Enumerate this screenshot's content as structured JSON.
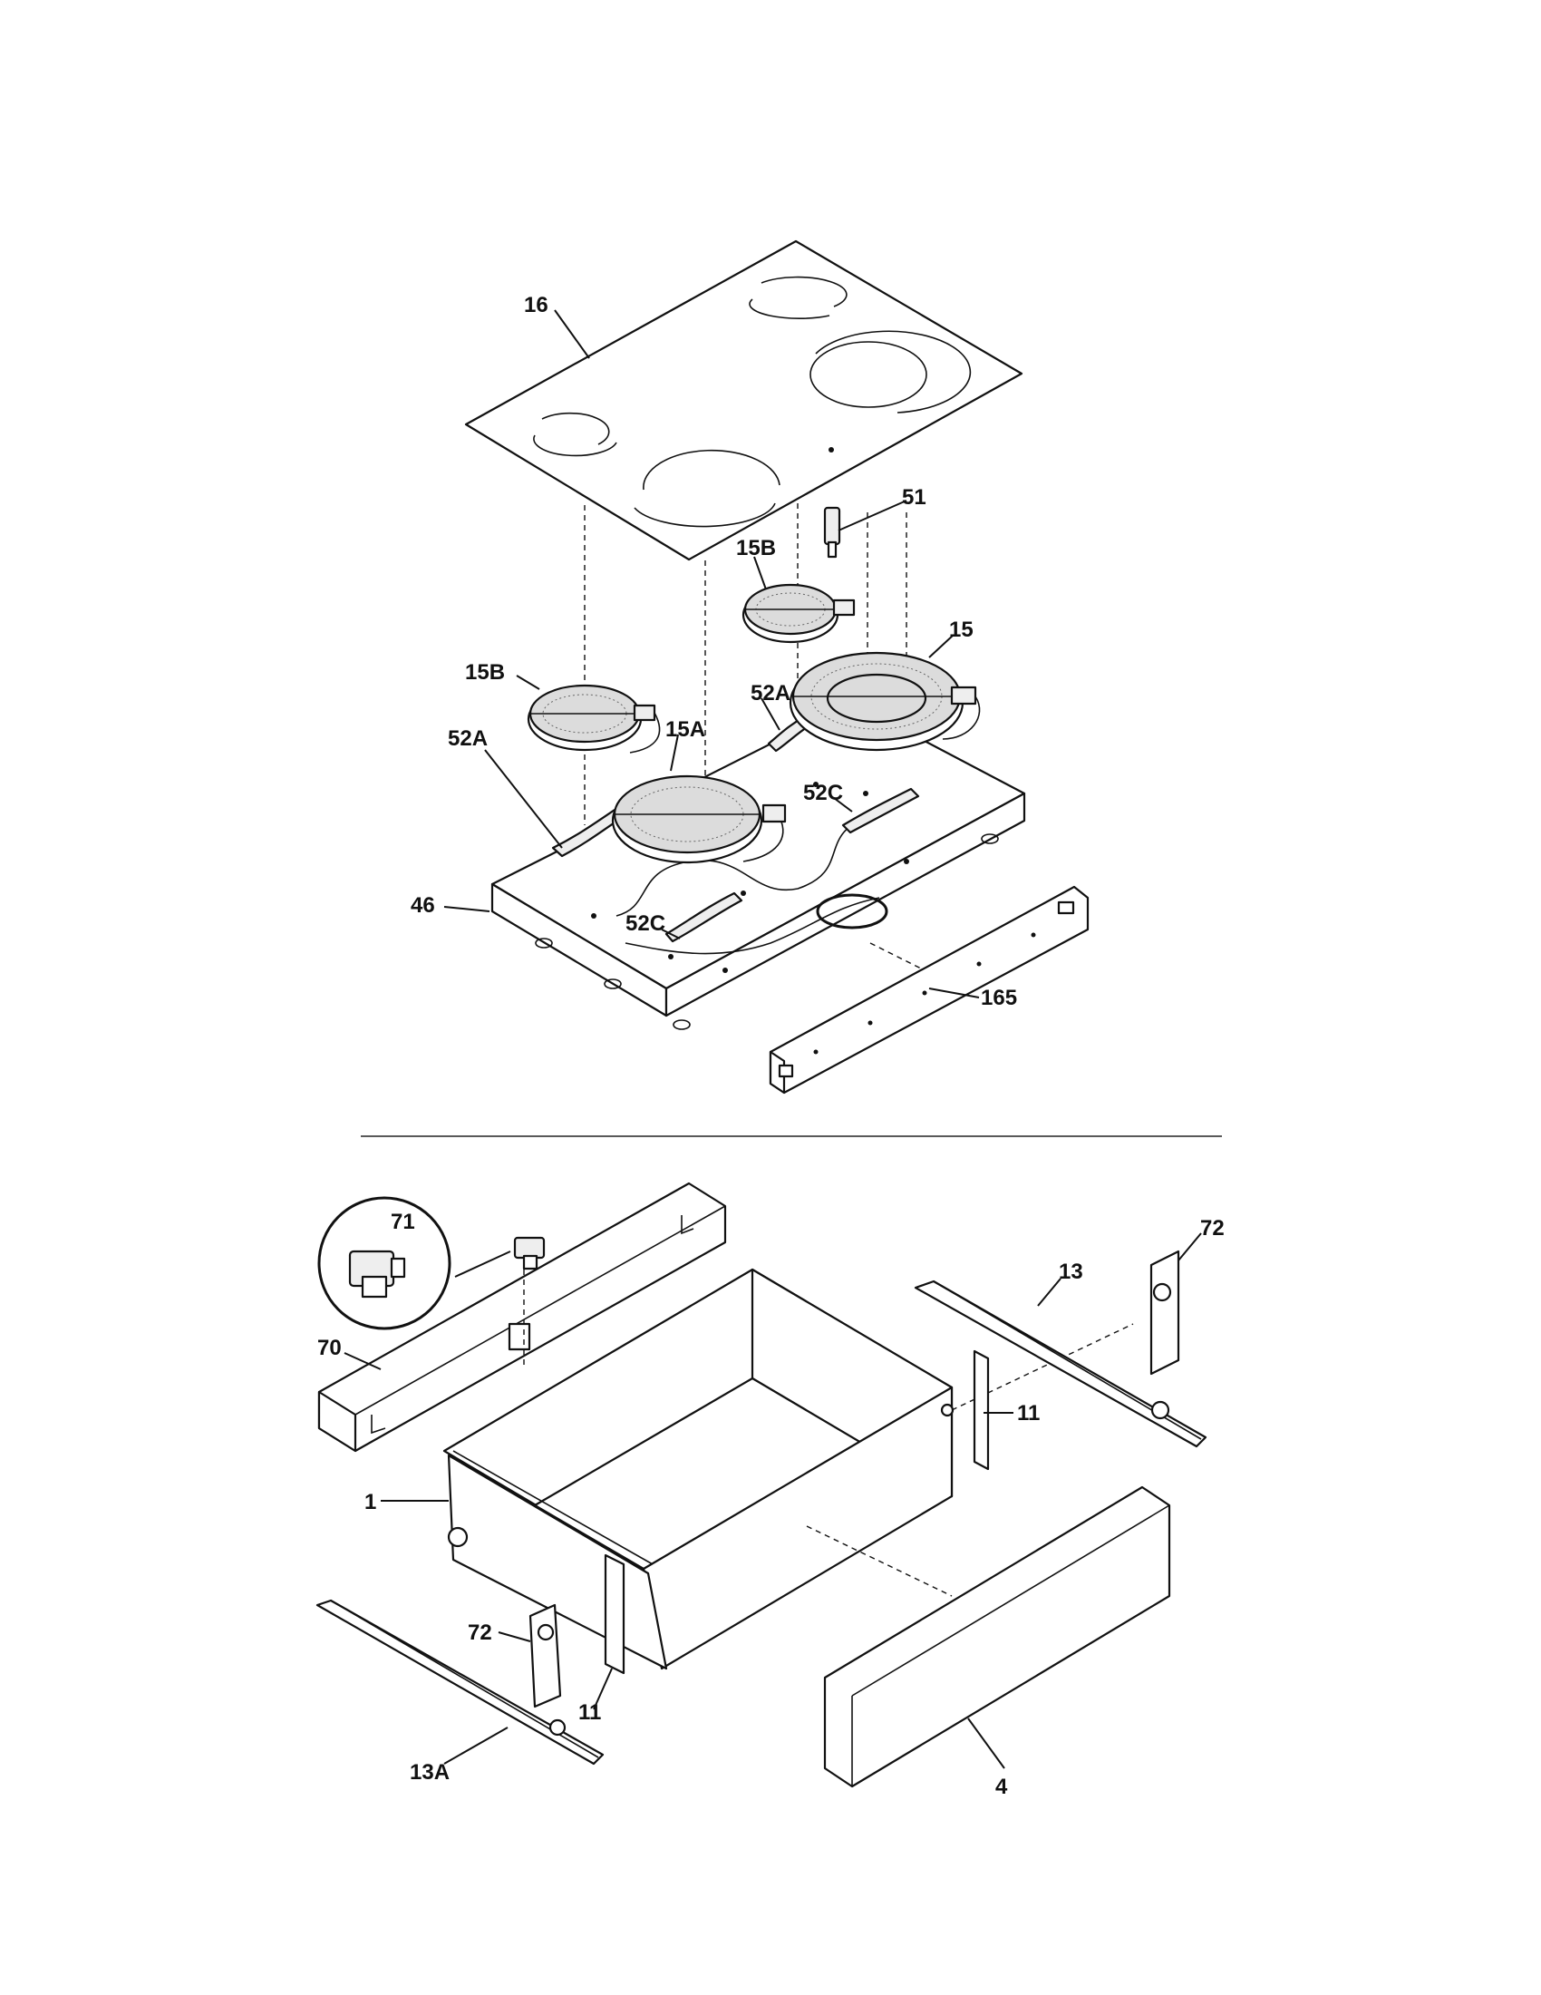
{
  "callouts": {
    "c16": "16",
    "c51": "51",
    "c15B_top": "15B",
    "c15": "15",
    "c15B_left": "15B",
    "c52A_right": "52A",
    "c15A": "15A",
    "c52A_left": "52A",
    "c52C_right": "52C",
    "c46": "46",
    "c52C_left": "52C",
    "c165": "165",
    "c71": "71",
    "c72_right": "72",
    "c13": "13",
    "c70": "70",
    "c11_right": "11",
    "c1": "1",
    "c72_left": "72",
    "c11_left": "11",
    "c13A": "13A",
    "c4": "4"
  }
}
